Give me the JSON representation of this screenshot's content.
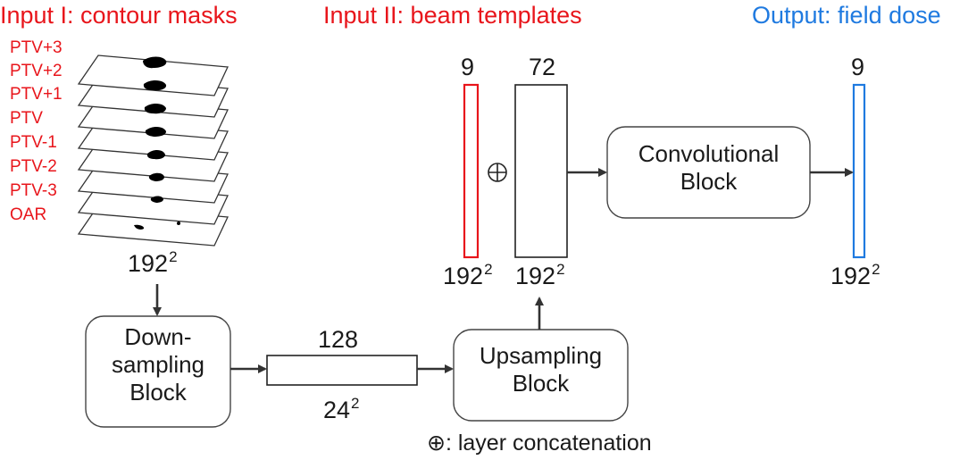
{
  "inputs": {
    "input1_title": "Input I: contour masks",
    "input2_title": "Input II: beam templates",
    "output_title": "Output: field dose",
    "layers": [
      "PTV+3",
      "PTV+2",
      "PTV+1",
      "PTV",
      "PTV-1",
      "PTV-2",
      "PTV-3",
      "OAR"
    ]
  },
  "dims": {
    "stack_size_base": "192",
    "stack_size_exp": "2",
    "beam_channels": "9",
    "beam_size_base": "192",
    "beam_size_exp": "2",
    "concat_channels": "72",
    "concat_size_base": "192",
    "concat_size_exp": "2",
    "output_channels": "9",
    "output_size_base": "192",
    "output_size_exp": "2",
    "bottleneck_channels": "128",
    "bottleneck_size_base": "24",
    "bottleneck_size_exp": "2"
  },
  "blocks": {
    "downsampling_line1": "Down-",
    "downsampling_line2": "sampling",
    "downsampling_line3": "Block",
    "upsampling_line1": "Upsampling",
    "upsampling_line2": "Block",
    "convolutional_line1": "Convolutional",
    "convolutional_line2": "Block"
  },
  "legend": {
    "concat_symbol": "⊕",
    "concat_text": ": layer concatenation"
  },
  "colors": {
    "input": "#e8151b",
    "output": "#1f7ae0",
    "line": "#333333"
  }
}
